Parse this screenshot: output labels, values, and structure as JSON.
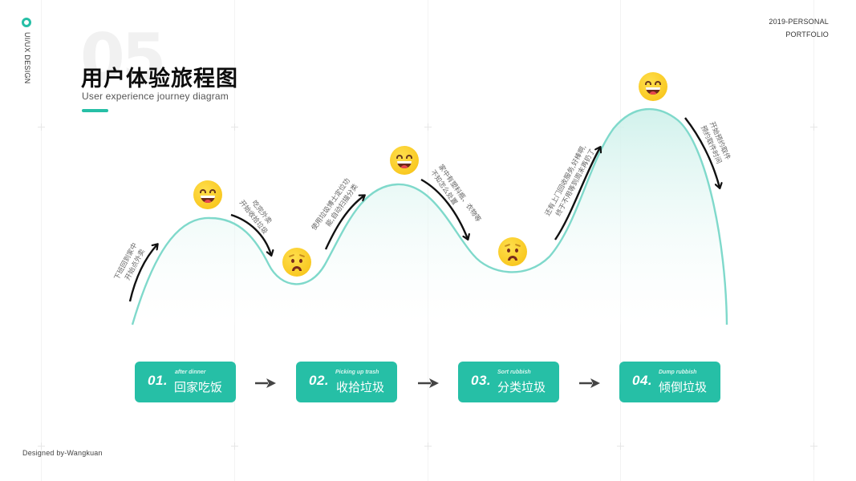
{
  "side_label": "UI/UX DESIGN",
  "top_right": {
    "line1": "2019-PERSONAL",
    "line2": "PORTFOLIO"
  },
  "header": {
    "section_number": "05",
    "title": "用户体验旅程图",
    "subtitle": "User experience journey diagram"
  },
  "colors": {
    "accent": "#26bfa6",
    "curve": "#7fd9cb",
    "fill_top": "#d6f3ee",
    "arrow": "#111111",
    "emoji": "#f9c922"
  },
  "journey": {
    "emotions": [
      {
        "mood": "happy",
        "icon": "grinning-face-icon"
      },
      {
        "mood": "sad",
        "icon": "worried-face-icon"
      },
      {
        "mood": "happy",
        "icon": "grinning-face-icon"
      },
      {
        "mood": "sad",
        "icon": "worried-face-icon"
      },
      {
        "mood": "happy",
        "icon": "grinning-face-icon"
      }
    ],
    "notes": [
      {
        "line1": "下班回到家中",
        "line2": "开始点外卖"
      },
      {
        "line1": "吃完外卖",
        "line2": "开始收拾垃圾"
      },
      {
        "line1": "使用垃圾博士定位功",
        "line2": "能,自动扫描分类"
      },
      {
        "line1": "家中有塑料瓶、衣物等",
        "line2": "不知怎么处置"
      },
      {
        "line1": "还有上门回收服务,好棒啊,",
        "line2": "终于不用等到周末再扔了"
      },
      {
        "line1": "开始预约取件",
        "line2": "预约取件时间"
      }
    ]
  },
  "steps": [
    {
      "number": "01.",
      "en": "after dinner",
      "zh": "回家吃饭"
    },
    {
      "number": "02.",
      "en": "Picking up trash",
      "zh": "收拾垃圾"
    },
    {
      "number": "03.",
      "en": "Sort rubbish",
      "zh": "分类垃圾"
    },
    {
      "number": "04.",
      "en": "Dump rubbish",
      "zh": "倾倒垃圾"
    }
  ],
  "footer": "Designed by-Wangkuan"
}
